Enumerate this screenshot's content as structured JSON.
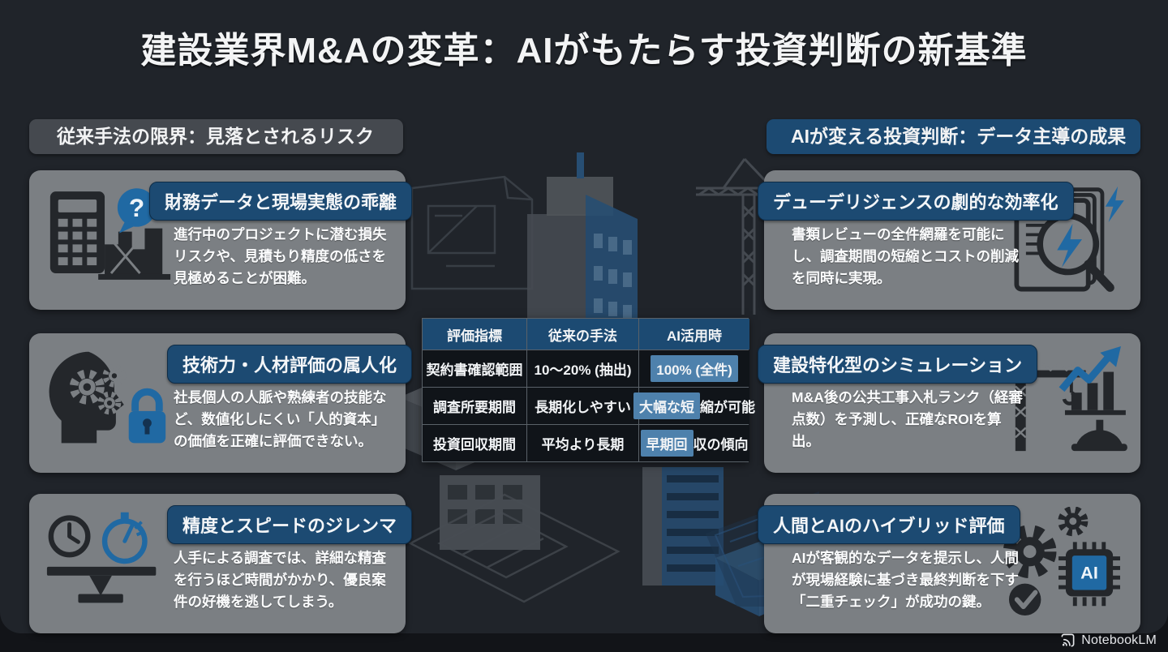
{
  "title": "建設業界M&Aの変革：AIがもたらす投資判断の新基準",
  "left_section": {
    "header": "従来手法の限界：見落とされるリスク",
    "cards": [
      {
        "title": "財務データと現場実態の乖離",
        "body": "進行中のプロジェクトに潜む損失リスクや、見積もり精度の低さを見極めることが困難。",
        "icon": "calculator-building-question-icon"
      },
      {
        "title": "技術力・人材評価の属人化",
        "body": "社長個人の人脈や熟練者の技能など、数値化しにくい「人的資本」の価値を正確に評価できない。",
        "icon": "head-gears-lock-icon"
      },
      {
        "title": "精度とスピードのジレンマ",
        "body": "人手による調査では、詳細な精査を行うほど時間がかかり、優良案件の好機を逃してしまう。",
        "icon": "balance-scale-clock-icon"
      }
    ]
  },
  "right_section": {
    "header": "AIが変える投資判断：データ主導の成果",
    "cards": [
      {
        "title": "デューデリジェンスの劇的な効率化",
        "body": "書類レビューの全件網羅を可能にし、調査期間の短縮とコストの削減を同時に実現。",
        "icon": "document-search-bolt-icon"
      },
      {
        "title": "建設特化型のシミュレーション",
        "body": "M&A後の公共工事入札ランク（経審点数）を予測し、正確なROIを算出。",
        "icon": "crane-growth-chart-icon"
      },
      {
        "title": "人間とAIのハイブリッド評価",
        "body": "AIが客観的なデータを提示し、人間が現場経験に基づき最終判断を下す「二重チェック」が成功の鍵。",
        "icon": "gears-ai-chip-check-icon"
      }
    ]
  },
  "table": {
    "headers": [
      "評価指標",
      "従来の手法",
      "AI活用時"
    ],
    "rows": [
      {
        "metric": "契約書確認範囲",
        "traditional": "10〜20% (抽出)",
        "ai_hl": "100% (全件)",
        "ai_rest": ""
      },
      {
        "metric": "調査所要期間",
        "traditional": "長期化しやすい",
        "ai_hl": "大幅な短",
        "ai_rest": "縮が可能"
      },
      {
        "metric": "投資回収期間",
        "traditional": "平均より長期",
        "ai_hl": "早期回",
        "ai_rest": "収の傾向"
      }
    ]
  },
  "icon_labels": {
    "question_mark": "?",
    "ai_chip": "AI"
  },
  "footer": {
    "brand": "NotebookLM"
  },
  "colors": {
    "accent_blue": "#1c4a72",
    "highlight_blue": "#4e81ac",
    "icon_blue": "#2069a3",
    "card_gray": "#7b7f83",
    "header_gray": "#45494f",
    "panel_bg": "#20242a",
    "page_bg": "#121418"
  }
}
